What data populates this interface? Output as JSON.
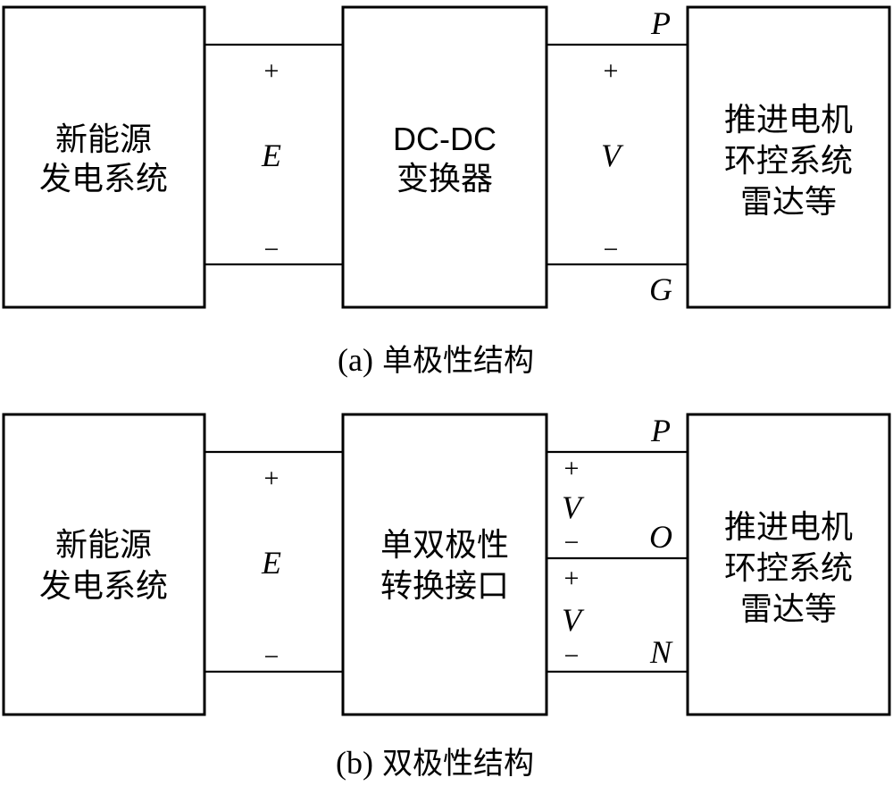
{
  "diagram_a": {
    "source_lines": [
      "新能源",
      "发电系统"
    ],
    "converter_lines": [
      "DC-DC",
      "变换器"
    ],
    "load_lines": [
      "推进电机",
      "环控系统",
      "雷达等"
    ],
    "input_voltage": "E",
    "output_voltage": "V",
    "plus": "+",
    "minus": "−",
    "terminal_top": "P",
    "terminal_bottom": "G",
    "caption_prefix": "(a)",
    "caption_text": "单极性结构"
  },
  "diagram_b": {
    "source_lines": [
      "新能源",
      "发电系统"
    ],
    "converter_lines": [
      "单双极性",
      "转换接口"
    ],
    "load_lines": [
      "推进电机",
      "环控系统",
      "雷达等"
    ],
    "input_voltage": "E",
    "output_voltage_upper": "V",
    "output_voltage_lower": "V",
    "plus": "+",
    "minus": "−",
    "terminal_top": "P",
    "terminal_mid": "O",
    "terminal_bottom": "N",
    "caption_prefix": "(b)",
    "caption_text": "双极性结构"
  }
}
